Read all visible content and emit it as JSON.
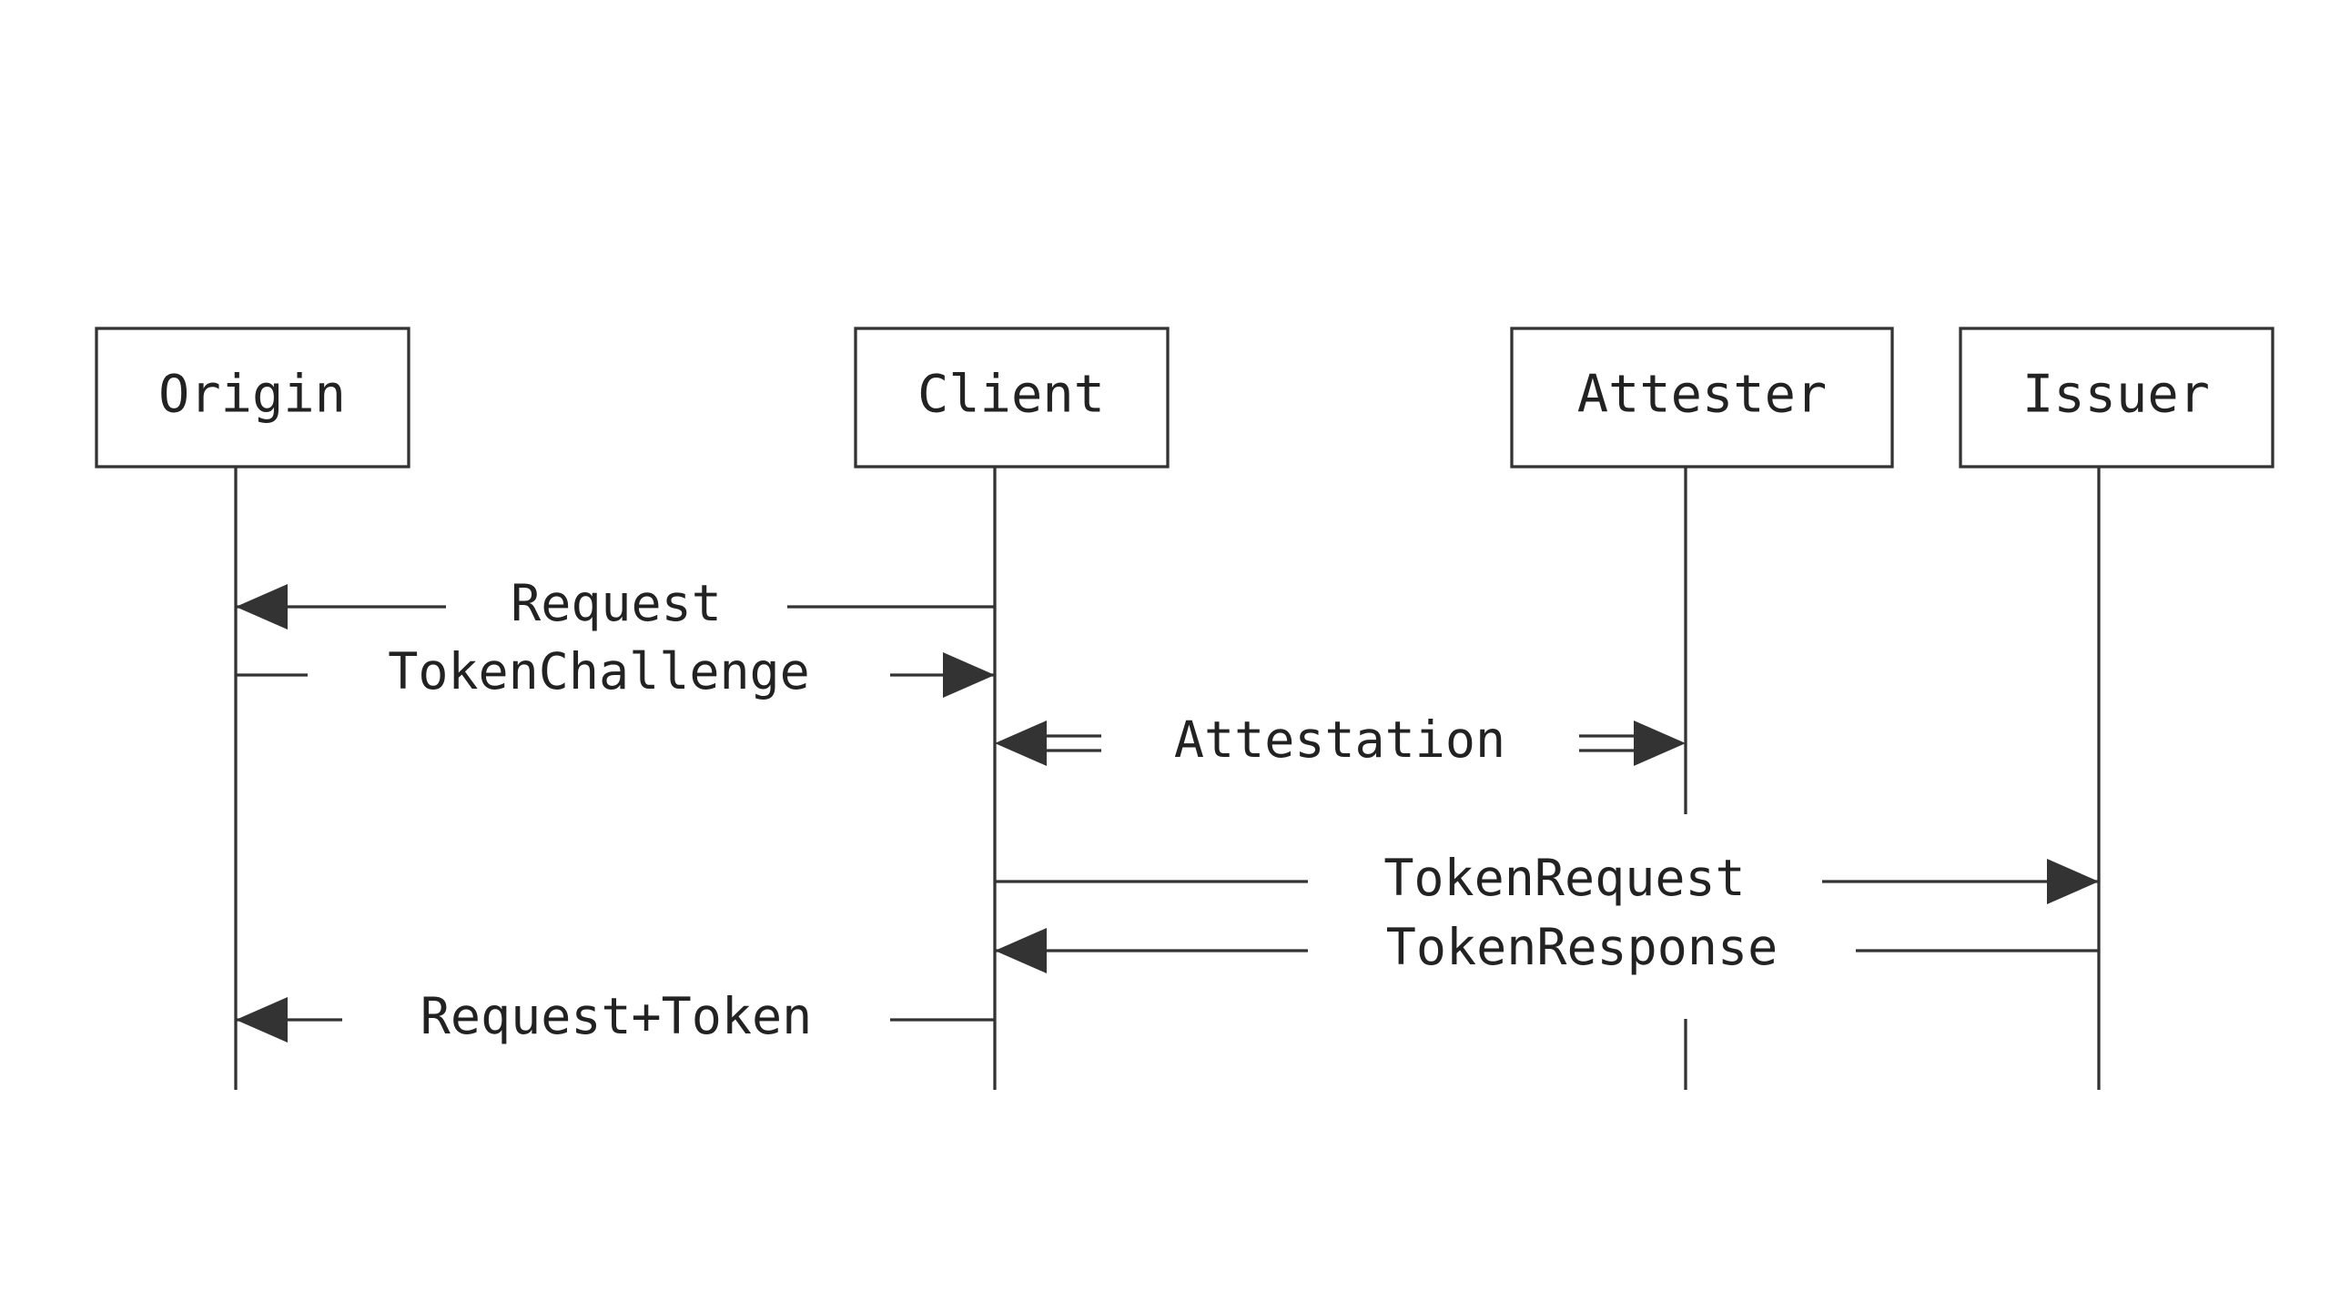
{
  "participants": {
    "origin": "Origin",
    "client": "Client",
    "attester": "Attester",
    "issuer": "Issuer"
  },
  "messages": {
    "request": "Request",
    "token_challenge": "TokenChallenge",
    "attestation": "Attestation",
    "token_request": "TokenRequest",
    "token_response": "TokenResponse",
    "request_token": "Request+Token"
  },
  "colors": {
    "line": "#333333",
    "text": "#222222",
    "background": "#ffffff"
  }
}
